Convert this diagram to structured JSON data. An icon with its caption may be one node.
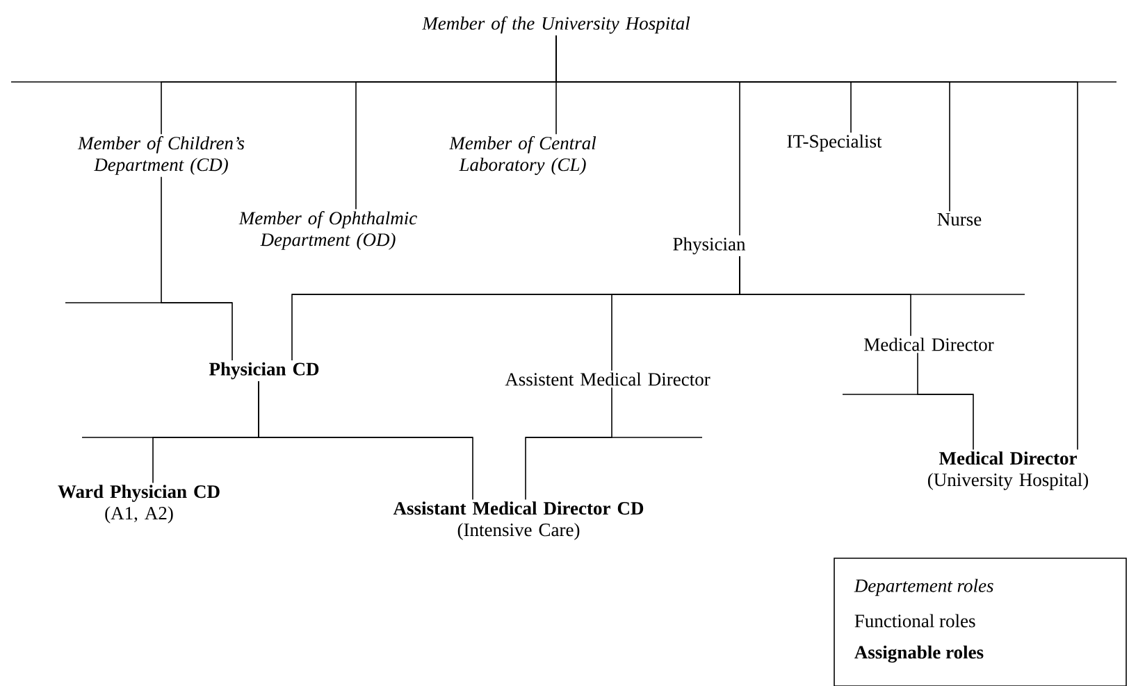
{
  "diagram": {
    "nodes": [
      {
        "text": [
          "Member of the University Hospital"
        ]
      },
      {
        "text": [
          "Member of Children’s Department (CD)"
        ]
      },
      {
        "text": [
          "Member of Ophthalmic Department (OD)"
        ]
      },
      {
        "text": [
          "Member of Central Laboratory (CL)"
        ]
      },
      {
        "text": [
          "IT-Specialist"
        ]
      },
      {
        "text": [
          "Nurse"
        ]
      },
      {
        "text": [
          "Physician"
        ]
      },
      {
        "text": [
          "Physician CD"
        ]
      },
      {
        "text": [
          "Assistent Medical Director"
        ]
      },
      {
        "text": [
          "Medical Director"
        ]
      },
      {
        "text": [
          "Ward Physician CD",
          "(A1, A2)"
        ]
      },
      {
        "text": [
          "Assistant Medical Director CD",
          "(Intensive Care)"
        ]
      },
      {
        "text": [
          "Medical Director",
          "(University Hospital)"
        ]
      }
    ],
    "edges": [
      {
        "from": 0,
        "to": 1,
        "arrow": "none"
      },
      {
        "from": 0,
        "to": 2,
        "arrow": "none"
      },
      {
        "from": 0,
        "to": 3,
        "arrow": "none"
      },
      {
        "from": 0,
        "to": 6,
        "arrow": "none"
      },
      {
        "from": 0,
        "to": 4,
        "arrow": "none"
      },
      {
        "from": 0,
        "to": 5,
        "arrow": "none"
      },
      {
        "from": 0,
        "to": 12,
        "arrow": "none"
      },
      {
        "from": 1,
        "to": 7,
        "arrow": "none"
      },
      {
        "from": 6,
        "to": 7,
        "arrow": "none"
      },
      {
        "from": 6,
        "to": 8,
        "arrow": "none"
      },
      {
        "from": 6,
        "to": 9,
        "arrow": "none"
      },
      {
        "from": 7,
        "to": 10,
        "arrow": "none"
      },
      {
        "from": 7,
        "to": 11,
        "arrow": "none"
      },
      {
        "from": 8,
        "to": 11,
        "arrow": "none"
      },
      {
        "from": 9,
        "to": 12,
        "arrow": "none"
      }
    ],
    "legend": [
      {
        "text": "Departement roles"
      },
      {
        "text": "Functional roles"
      },
      {
        "text": "Assignable roles"
      }
    ]
  }
}
